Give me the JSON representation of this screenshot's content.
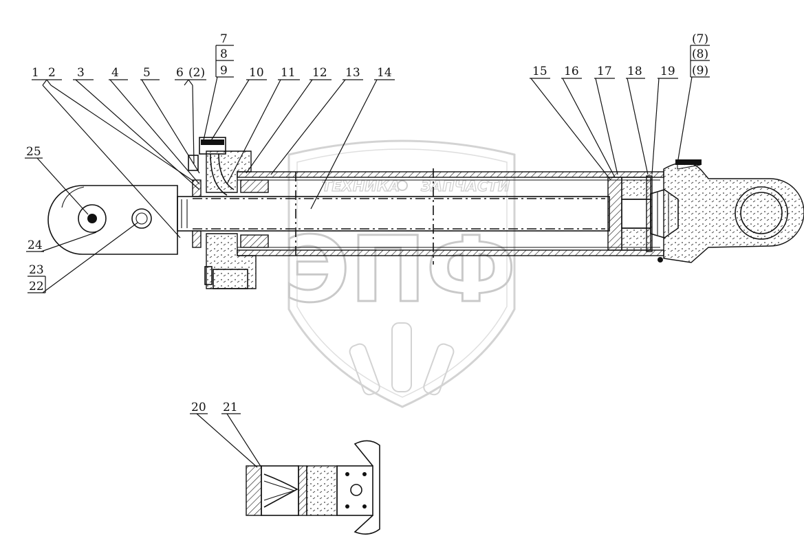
{
  "watermark": {
    "line1_left": "ТЕХНИКА",
    "line1_right": "ЗАПЧАСТИ",
    "logo": "ЭПФ"
  },
  "callouts": [
    {
      "id": "c1",
      "label": "1"
    },
    {
      "id": "c2",
      "label": "2"
    },
    {
      "id": "c3",
      "label": "3"
    },
    {
      "id": "c4",
      "label": "4"
    },
    {
      "id": "c5",
      "label": "5"
    },
    {
      "id": "c6",
      "label": "6"
    },
    {
      "id": "c6b",
      "label": "(2)"
    },
    {
      "id": "c7",
      "label": "7"
    },
    {
      "id": "c8",
      "label": "8"
    },
    {
      "id": "c9",
      "label": "9"
    },
    {
      "id": "c10",
      "label": "10"
    },
    {
      "id": "c11",
      "label": "11"
    },
    {
      "id": "c12",
      "label": "12"
    },
    {
      "id": "c13",
      "label": "13"
    },
    {
      "id": "c14",
      "label": "14"
    },
    {
      "id": "c15",
      "label": "15"
    },
    {
      "id": "c16",
      "label": "16"
    },
    {
      "id": "c17",
      "label": "17"
    },
    {
      "id": "c18",
      "label": "18"
    },
    {
      "id": "c19",
      "label": "19"
    },
    {
      "id": "c7b",
      "label": "(7)"
    },
    {
      "id": "c8b",
      "label": "(8)"
    },
    {
      "id": "c9b",
      "label": "(9)"
    },
    {
      "id": "c20",
      "label": "20"
    },
    {
      "id": "c21",
      "label": "21"
    },
    {
      "id": "c22",
      "label": "22"
    },
    {
      "id": "c23",
      "label": "23"
    },
    {
      "id": "c24",
      "label": "24"
    },
    {
      "id": "c25",
      "label": "25"
    }
  ]
}
